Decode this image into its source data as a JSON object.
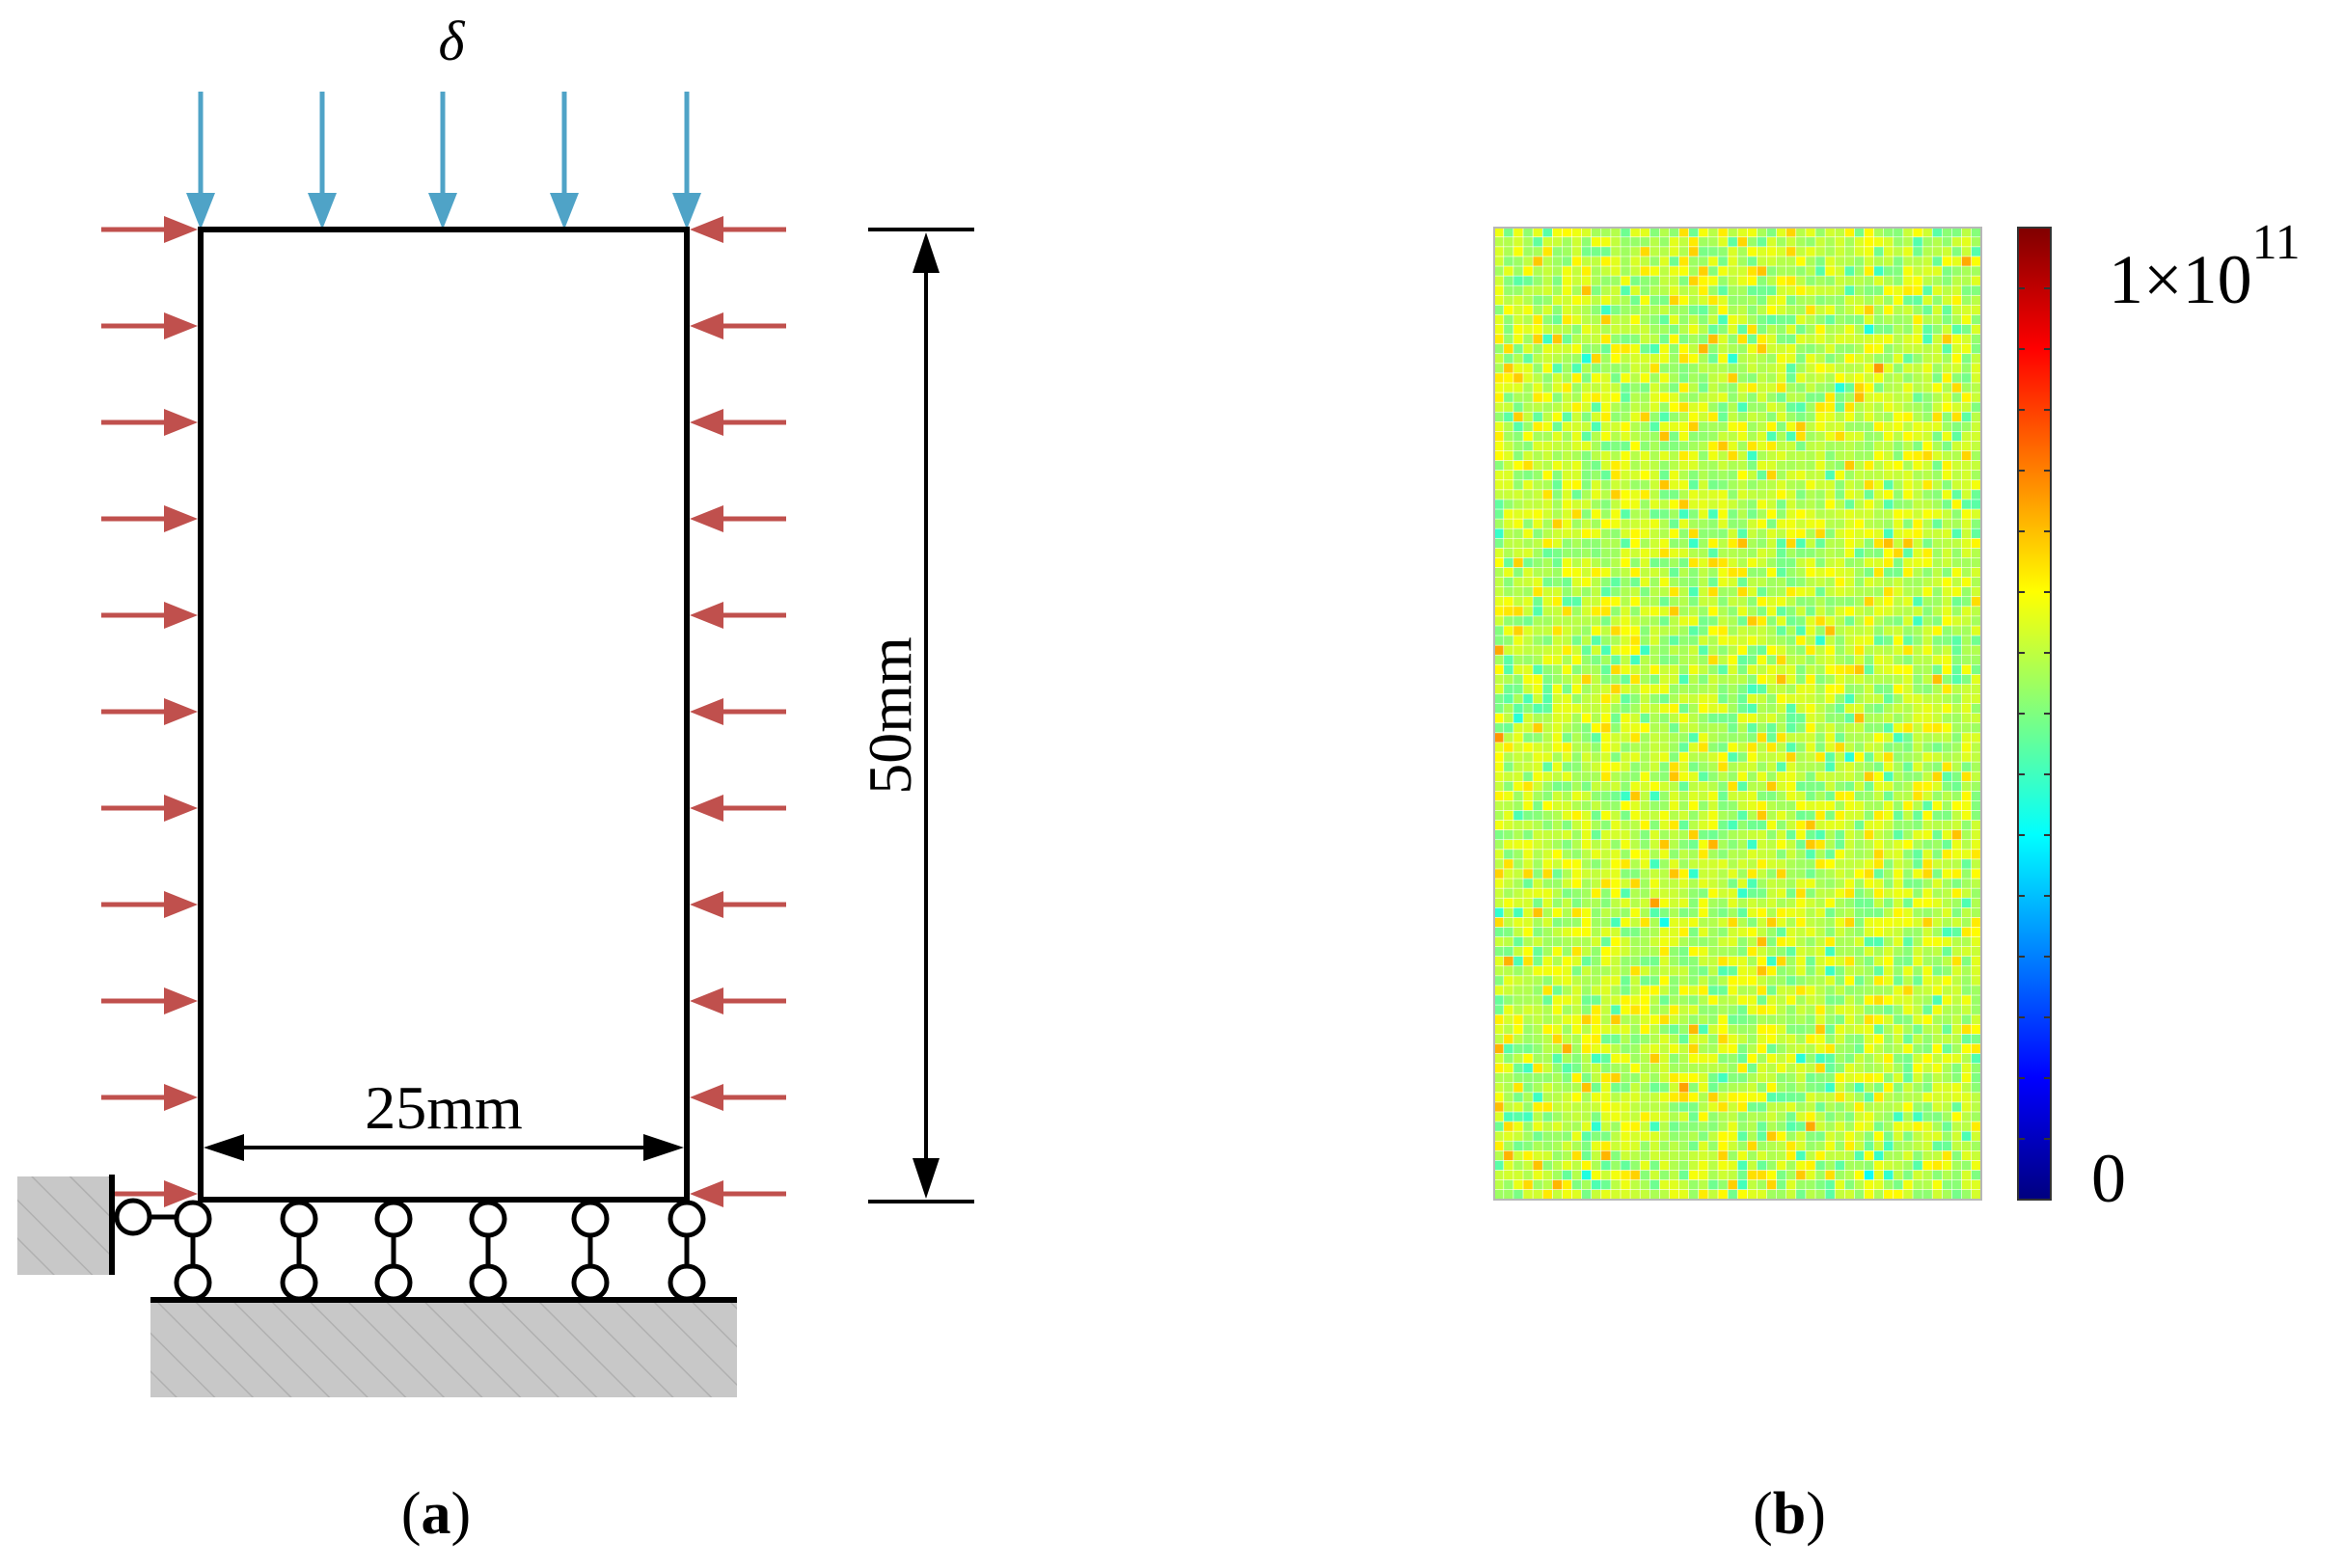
{
  "panel_a": {
    "load_symbol": "δ",
    "width_label": "25mm",
    "height_label": "50mm",
    "caption_bold": "a",
    "caption_open": "(",
    "caption_close": ")",
    "colors": {
      "vertical_load_arrows": "#4fa3c7",
      "confining_pressure_arrows": "#c0504d",
      "outline": "#000000",
      "ground_hatch": "#c8c8c8"
    },
    "icons": [
      "down-arrow-icon",
      "right-arrow-icon",
      "left-arrow-icon",
      "roller-support-icon",
      "hatched-ground-icon",
      "dimension-arrow-icon"
    ]
  },
  "panel_b": {
    "colorbar_max_base": "1×10",
    "colorbar_max_exponent": "11",
    "colorbar_min": "0",
    "caption_bold": "b",
    "caption_open": "(",
    "caption_close": ")",
    "colormap": "jet",
    "colormap_stops": [
      "#00007f",
      "#0000ff",
      "#007fff",
      "#00ffff",
      "#7fff7f",
      "#ffff00",
      "#ff7f00",
      "#ff0000",
      "#7f0000"
    ]
  }
}
